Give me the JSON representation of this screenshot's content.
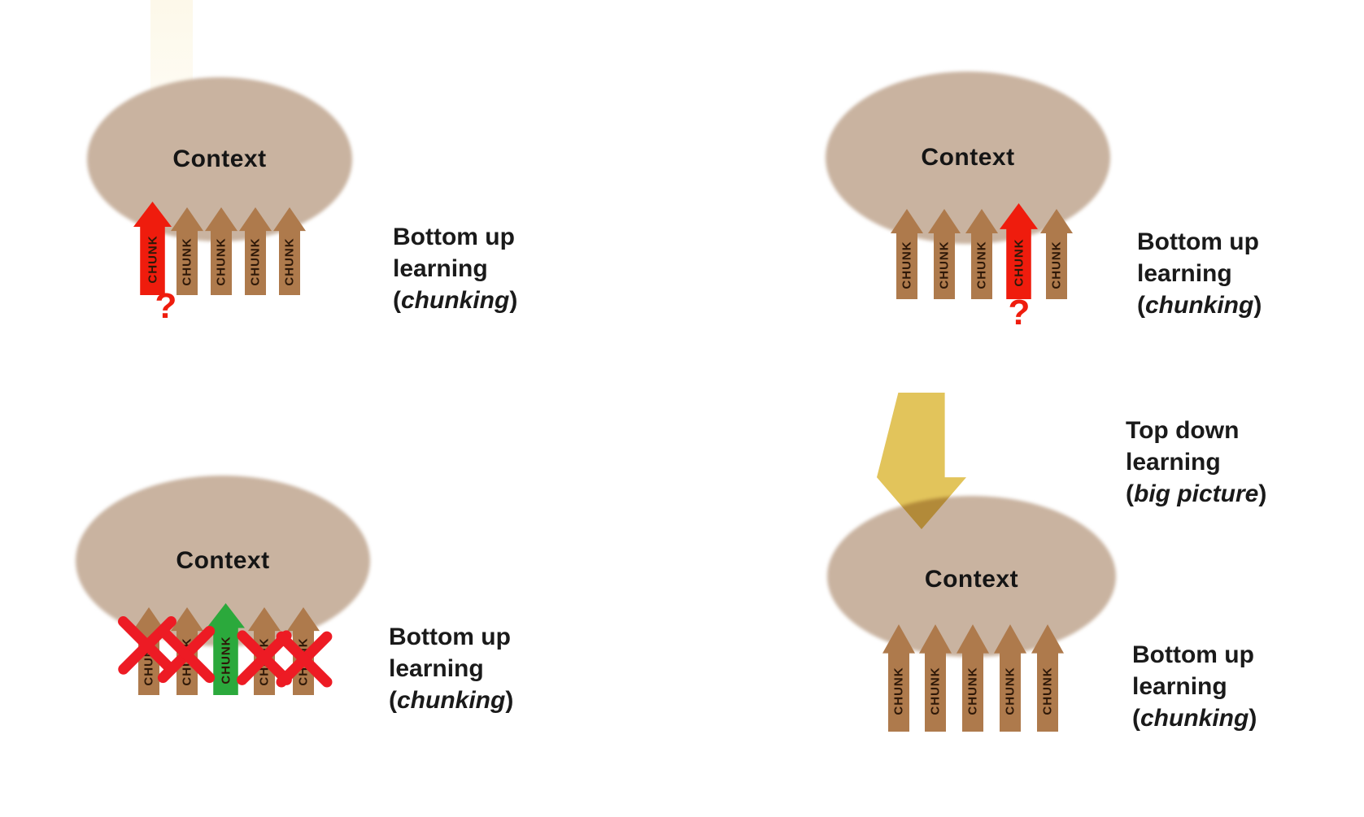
{
  "labels": {
    "context": "Context",
    "chunk": "CHUNK",
    "question_mark": "?"
  },
  "captions": {
    "bottom_up": {
      "line1": "Bottom up",
      "line2": "learning",
      "paren_open": "(",
      "emphasis": "chunking",
      "paren_close": ")"
    },
    "top_down": {
      "line1": "Top down",
      "line2": "learning",
      "paren_open": "(",
      "emphasis": "big picture",
      "paren_close": ")"
    }
  },
  "colors": {
    "ellipse": "#C9B3A0",
    "chunk_arrow": "#AE7A4C",
    "highlight_red": "#EF1C0D",
    "highlight_green": "#2BA93C",
    "top_down_yellow": "#E2C45B",
    "x_mark": "#ED1B24",
    "caption_text": "#1A1A1A"
  },
  "panels": [
    {
      "position": "top-left",
      "context": "Context",
      "arrows": [
        "red",
        "brown",
        "brown",
        "brown",
        "brown"
      ],
      "annotation": "? under red arrow 1",
      "caption": "Bottom up learning (chunking)"
    },
    {
      "position": "top-right",
      "context": "Context",
      "arrows": [
        "brown",
        "brown",
        "brown",
        "red",
        "brown"
      ],
      "annotation": "? under red arrow 4",
      "caption": "Bottom up learning (chunking)"
    },
    {
      "position": "bottom-left",
      "context": "Context",
      "arrows": [
        "brown-crossed",
        "brown-crossed",
        "green",
        "brown-crossed",
        "brown-crossed"
      ],
      "annotation": "red X over arrows 1, 2, 4, 5",
      "caption": "Bottom up learning (chunking)"
    },
    {
      "position": "bottom-right",
      "context": "Context",
      "arrows": [
        "brown",
        "brown",
        "brown",
        "brown",
        "brown"
      ],
      "annotation": "large yellow arrow pointing down into ellipse",
      "caption": "Bottom up learning (chunking)",
      "caption_top": "Top down learning (big picture)"
    }
  ]
}
